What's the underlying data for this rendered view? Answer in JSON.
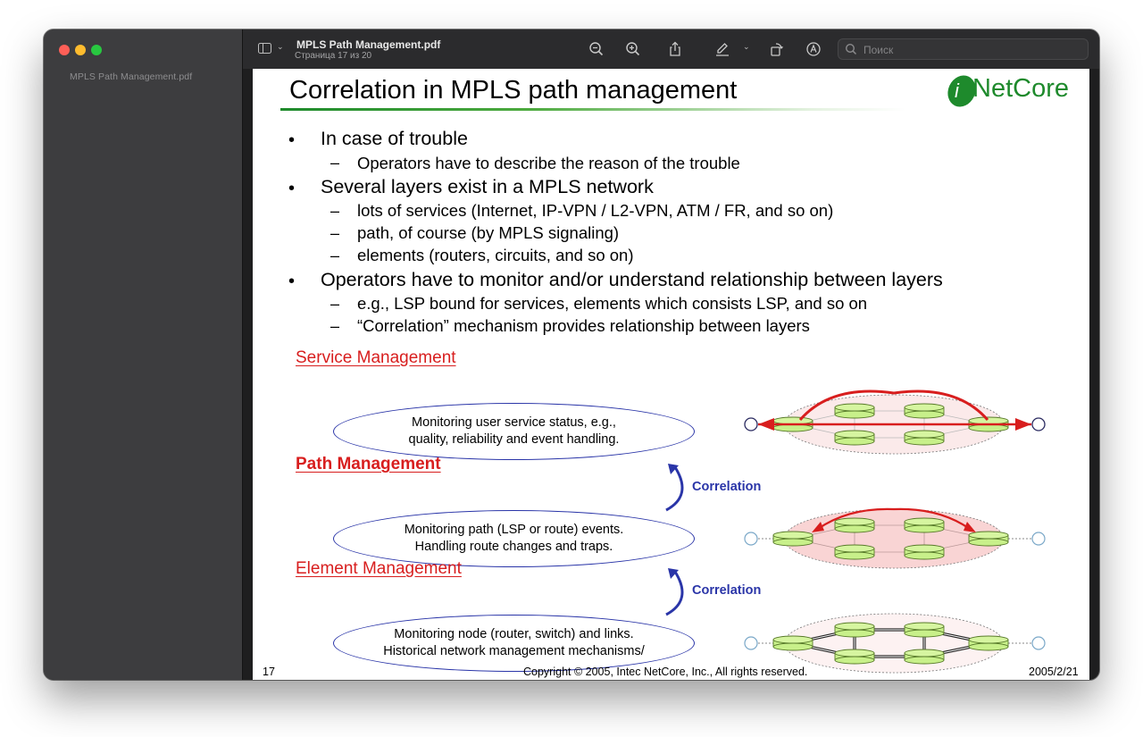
{
  "window": {
    "file_name": "MPLS Path Management.pdf",
    "page_indicator": "Страница 17 из 20"
  },
  "sidebar": {
    "file_name": "MPLS Path Management.pdf"
  },
  "toolbar": {
    "search_placeholder": "Поиск",
    "icons": [
      "sidebar-toggle-icon",
      "chevron-down-icon",
      "zoom-out-icon",
      "zoom-in-icon",
      "share-icon",
      "markup-pen-icon",
      "chevron-down-icon",
      "rotate-icon",
      "annotate-icon",
      "search-icon"
    ]
  },
  "slide": {
    "title": "Correlation in MPLS path management",
    "logo_text": "NetCore",
    "logo_letter": "i",
    "bullets": [
      {
        "text": "In case of trouble",
        "subs": [
          "Operators have to describe the reason of the trouble"
        ]
      },
      {
        "text": "Several layers exist in a MPLS network",
        "subs": [
          "lots of services (Internet, IP-VPN / L2-VPN, ATM / FR, and so on)",
          "path, of course (by MPLS signaling)",
          "elements (routers, circuits, and so on)"
        ]
      },
      {
        "text": "Operators have to monitor and/or understand relationship between layers",
        "subs": [
          "e.g., LSP bound for services, elements which consists LSP, and so on",
          "“Correlation” mechanism provides relationship between layers"
        ]
      }
    ],
    "bullet_mark": "•",
    "dash_mark": "–",
    "levels": [
      {
        "heading": "Service Management",
        "description": "Monitoring user service status, e.g.,\nquality, reliability and event handling."
      },
      {
        "heading": "Path Management",
        "description": "Monitoring path (LSP or route) events.\nHandling route changes and traps."
      },
      {
        "heading": "Element Management",
        "description": "Monitoring node (router, switch) and links.\nHistorical network management mechanisms/"
      }
    ],
    "correlation_label": "Correlation",
    "footer": {
      "page_number": "17",
      "copyright": "Copyright © 2005, Intec NetCore, Inc., All rights reserved.",
      "date": "2005/2/21"
    },
    "colors": {
      "heading_red": "#d81e1e",
      "ellipse_blue": "#2a35a8",
      "router_green": "#c8f08a",
      "cloud_pink": "#f9d4d4",
      "logo_green": "#1e8a2c"
    }
  }
}
